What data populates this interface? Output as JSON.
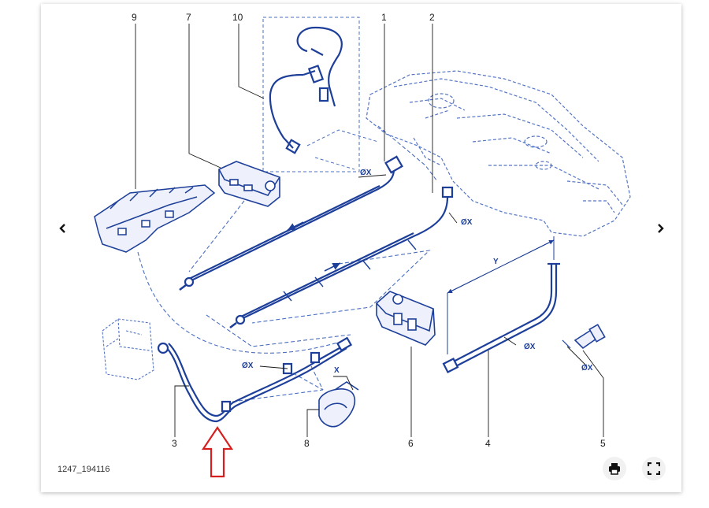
{
  "diagram": {
    "labels": {
      "l1": "1",
      "l2": "2",
      "l3": "3",
      "l4": "4",
      "l5": "5",
      "l6": "6",
      "l7": "7",
      "l8": "8",
      "l9": "9",
      "l10": "10"
    },
    "dims": {
      "ox1": "ØX",
      "ox2": "ØX",
      "ox3": "ØX",
      "ox4": "ØX",
      "ox5": "ØX",
      "x": "X",
      "y": "Y"
    }
  },
  "footer": {
    "reference": "1247_194116"
  },
  "icons": {
    "prev": "chevron-left-icon",
    "next": "chevron-right-icon",
    "print": "print-icon",
    "fullscreen": "fullscreen-icon"
  },
  "colors": {
    "line": "#1d3f9a",
    "dashed": "#4a6fc0",
    "arrow": "#d62020",
    "text": "#1a1a1a"
  }
}
